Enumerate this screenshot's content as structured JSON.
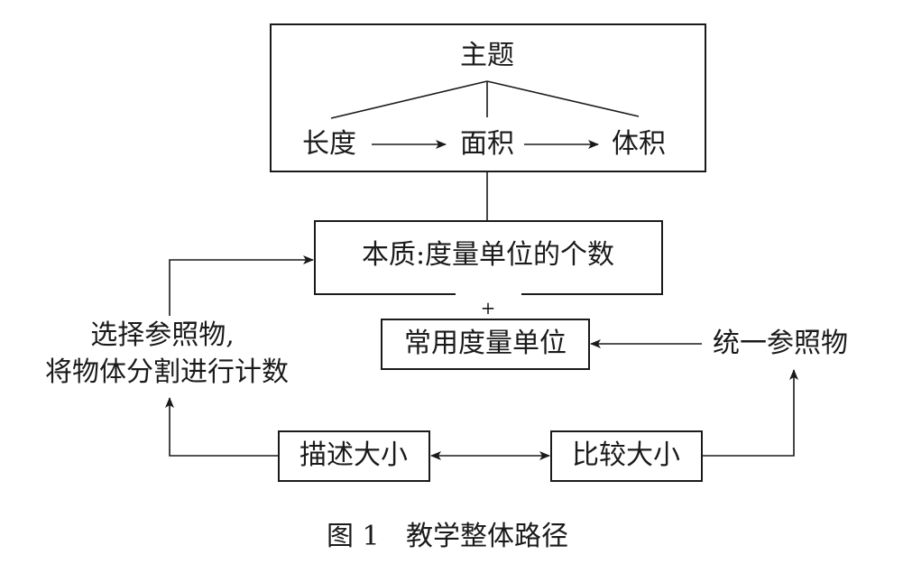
{
  "diagram": {
    "theme_title": "主题",
    "progression": [
      "长度",
      "面积",
      "体积"
    ],
    "essence": "本质:度量单位的个数",
    "plus": "+",
    "common_units": "常用度量单位",
    "unify_reference": "统一参照物",
    "select_reference_line1": "选择参照物,",
    "select_reference_line2": "将物体分割进行计数",
    "describe_size": "描述大小",
    "compare_size": "比较大小"
  },
  "caption": {
    "label": "图 1",
    "text": "教学整体路径"
  }
}
